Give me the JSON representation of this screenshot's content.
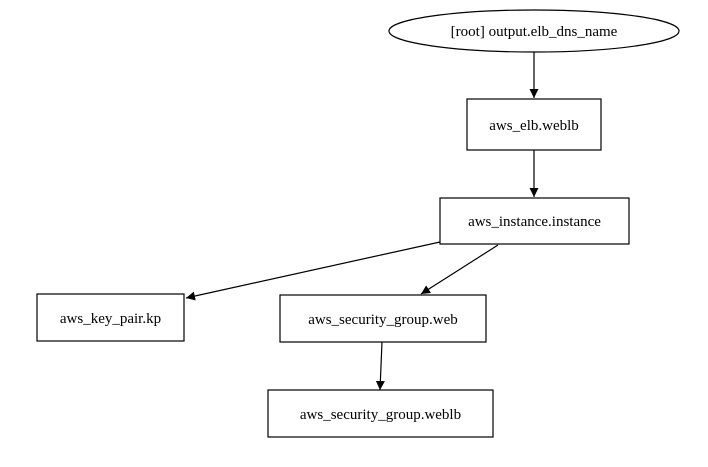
{
  "graph": {
    "nodes": [
      {
        "id": "root",
        "label": "[root] output.elb_dns_name",
        "shape": "ellipse"
      },
      {
        "id": "elb",
        "label": "aws_elb.weblb",
        "shape": "box"
      },
      {
        "id": "instance",
        "label": "aws_instance.instance",
        "shape": "box"
      },
      {
        "id": "keypair",
        "label": "aws_key_pair.kp",
        "shape": "box"
      },
      {
        "id": "sgweb",
        "label": "aws_security_group.web",
        "shape": "box"
      },
      {
        "id": "sgweblb",
        "label": "aws_security_group.weblb",
        "shape": "box"
      }
    ],
    "edges": [
      {
        "from": "root",
        "to": "elb"
      },
      {
        "from": "elb",
        "to": "instance"
      },
      {
        "from": "instance",
        "to": "keypair"
      },
      {
        "from": "instance",
        "to": "sgweb"
      },
      {
        "from": "sgweb",
        "to": "sgweblb"
      }
    ],
    "colors": {
      "stroke": "#000000",
      "fill": "#ffffff",
      "text": "#000000"
    }
  }
}
